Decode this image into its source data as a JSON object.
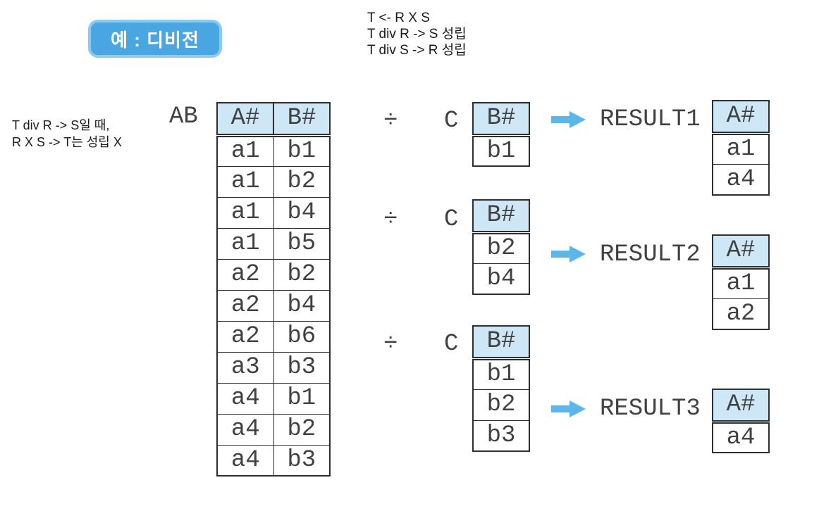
{
  "badge": {
    "label": "예 : 디비전"
  },
  "top_note": {
    "lines": [
      "T <- R X S",
      "T div R -> S 성립",
      "T div S -> R 성립"
    ]
  },
  "side_note": {
    "lines": [
      "T div R -> S일 때,",
      "R X S -> T는 성립 X"
    ]
  },
  "operators": {
    "divide": "÷"
  },
  "ab_table": {
    "name": "AB",
    "headers": [
      "A#",
      "B#"
    ],
    "rows": [
      [
        "a1",
        "b1"
      ],
      [
        "a1",
        "b2"
      ],
      [
        "a1",
        "b4"
      ],
      [
        "a1",
        "b5"
      ],
      [
        "a2",
        "b2"
      ],
      [
        "a2",
        "b4"
      ],
      [
        "a2",
        "b6"
      ],
      [
        "a3",
        "b3"
      ],
      [
        "a4",
        "b1"
      ],
      [
        "a4",
        "b2"
      ],
      [
        "a4",
        "b3"
      ]
    ]
  },
  "divisions": [
    {
      "divisor_name": "C",
      "divisor": {
        "header": "B#",
        "rows": [
          "b1"
        ]
      },
      "result_name": "RESULT1",
      "result": {
        "header": "A#",
        "rows": [
          "a1",
          "a4"
        ]
      }
    },
    {
      "divisor_name": "C",
      "divisor": {
        "header": "B#",
        "rows": [
          "b2",
          "b4"
        ]
      },
      "result_name": "RESULT2",
      "result": {
        "header": "A#",
        "rows": [
          "a1",
          "a2"
        ]
      }
    },
    {
      "divisor_name": "C",
      "divisor": {
        "header": "B#",
        "rows": [
          "b1",
          "b2",
          "b3"
        ]
      },
      "result_name": "RESULT3",
      "result": {
        "header": "A#",
        "rows": [
          "a4"
        ]
      }
    }
  ],
  "colors": {
    "badge_bg": "#4aa6e1",
    "badge_border": "#8acaf1",
    "header_bg": "#cee7f7",
    "table_border": "#2e2e2e",
    "mono_text": "#414141",
    "text": "#1a1a1a",
    "arrow": "#5cb6ea",
    "background": "#ffffff"
  }
}
